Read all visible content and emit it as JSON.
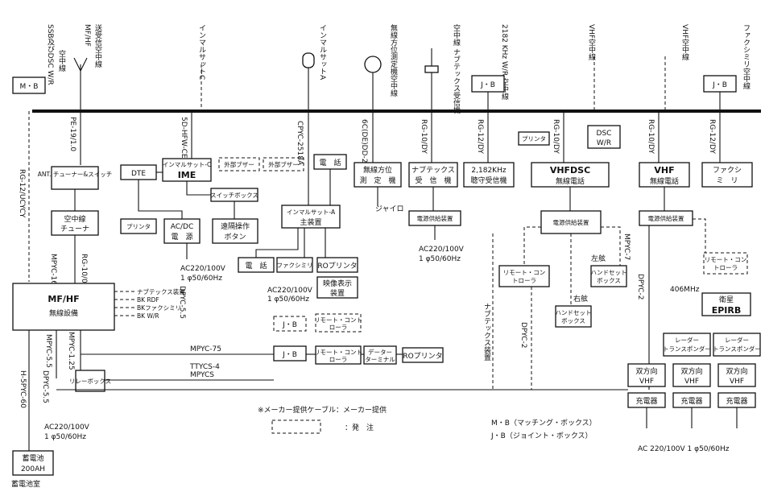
{
  "top_labels": {
    "ssb_dsc": "SSB及びDSC W/R",
    "sora_chusen1": "空中線",
    "mf_hf": "MF/HF",
    "sojushin": "送受信空中線",
    "inmarsat_c": "インマルサットC",
    "inmarsat_a": "インマルサットA",
    "rdf": "無線方位測定機空中線",
    "navtex": "空中線 ナブテックス受信機",
    "f2182": "2182 KHz W/R 空中線",
    "vhf": "VHF空中線",
    "vhf2": "VHF空中線",
    "fax": "ファクシミリ空中線"
  },
  "boxes": {
    "mb": "M・B",
    "jb": "J・B",
    "ant_tuner": "ANT. チューナー&スイッチ",
    "air_tuner_1": "空中線",
    "air_tuner_2": "チューナ",
    "mfhf_1": "MF/HF",
    "mfhf_2": "無線設備",
    "relay_box": "リレーボックス",
    "battery_1": "蓄電池",
    "battery_2": "200AH",
    "dte": "DTE",
    "ime_1": "インマルサット-C",
    "ime_2": "IME",
    "ext_buzzer_1": "外部ブザー",
    "ext_buzzer_2": "外部ブザー",
    "switch_box": "スイッチボックス",
    "printer": "プリンタ",
    "acdc_1": "AC/DC",
    "acdc_2": "電　源",
    "remote_op_1": "遠隔操作",
    "remote_op_2": "ボタン",
    "phone": "電　話",
    "inm_a_main_1": "インマルサット-A",
    "inm_a_main_2": "主装置",
    "phone2": "電　話",
    "fax_small": "ファクシミリ",
    "ro_printer": "ROプリンタ",
    "video_1": "映像表示",
    "video_2": "装置",
    "remote_ctrl_1": "リモート・コント",
    "remote_ctrl_2": "ローラ",
    "remote_ctrl_3": "リモート・コント",
    "remote_ctrl_4": "ローラ",
    "data_term_1": "データー",
    "data_term_2": "ターミナル",
    "ro_printer2": "ROプリンタ",
    "rdf_1": "無線方位",
    "rdf_2": "測　定　機",
    "gyro": "ジャイロ",
    "navtex_1": "ナブテックス",
    "navtex_2": "受　信　機",
    "power_supply": "電源供給装置",
    "f2182_1": "2,182KHz",
    "f2182_2": "聴守受信機",
    "printer2": "プリンタ",
    "dsc_1": "DSC",
    "dsc_2": "W/R",
    "vhfdsc_1": "VHFDSC",
    "vhfdsc_2": "無線電話",
    "power_supply2": "電源供給装置",
    "remote3_1": "リモート・コン",
    "remote3_2": "トローラ",
    "handset_1": "ハンドセット",
    "handset_2": "ボックス",
    "handset2_1": "ハンドセット",
    "handset2_2": "ボックス",
    "vhf_1": "VHF",
    "vhf_2": "無線電話",
    "fax_1": "ファクシ",
    "fax_2": "ミ　リ",
    "power_supply3": "電源供給装置",
    "remote4_1": "リモート・コン",
    "remote4_2": "トローラ",
    "epirb_1": "衛星",
    "epirb_2": "EPIRB",
    "radar1_1": "レーダー",
    "radar1_2": "トランスポンダー",
    "radar2_1": "レーダー",
    "radar2_2": "トランスポンダー",
    "vhf2way_1": "双方向",
    "vhf2way_2": "VHF",
    "charger": "充電器"
  },
  "cables": {
    "pe19": "PE-19/1.0",
    "rg12_left": "RG-12/UCYCY",
    "mpyc16": "MPYC-16",
    "rg10": "RG-10/0",
    "mpyc55": "MPYC-5.5",
    "mpyc125": "MPYC-1.25",
    "h5pyc60": "H-5PYC-60",
    "dpyc55": "DPYC-5.5",
    "c50hfw": "5D-HFW-CE",
    "dpyc55b": "DPYC-5.5",
    "cpyc": "CPYC-2518A",
    "mpyc75": "MPYC-75",
    "ttycs4": "TTYCS-4",
    "mpycs": "MPYCS",
    "c6c": "6C(DE)DD-2Z",
    "rg10dy": "RG-10/DY",
    "rg12dy": "RG-12/DY",
    "rg10dy2": "RG-10/DY",
    "rg10dy3": "RG-10/DY",
    "rg12dy3": "RG-12/DY",
    "mpyc7": "MPYC-7",
    "dpyc2": "DPYC-2",
    "dpyc2b": "DPYC-2",
    "navtex_v": "ナブテックス装置",
    "left_side": "左舷",
    "right_side": "右舷",
    "f406": "406MHz"
  },
  "mfhf_outputs": [
    "ナブテックス装置",
    "BK RDF",
    "BKファクシミリ",
    "BK W/R"
  ],
  "power": {
    "ac1_1": "AC220/100V",
    "ac1_2": "1 φ50/60Hz",
    "ac2_1": "AC220/100V",
    "ac2_2": "1 φ50/60Hz",
    "ac3_1": "AC220/100V",
    "ac3_2": "1 φ50/60Hz",
    "ac4_1": "AC220/100V",
    "ac4_2": "1 φ50/60Hz",
    "ac5": "AC 220/100V  1 φ50/60Hz"
  },
  "legend": {
    "maker_cable": "※メーカー提供ケーブル：メーカー提供",
    "order": "：発　注",
    "mb_def": "M・B（マッチング・ボックス）",
    "jb_def": "J・B（ジョイント・ボックス）"
  },
  "battery_room": "蓄電池室"
}
